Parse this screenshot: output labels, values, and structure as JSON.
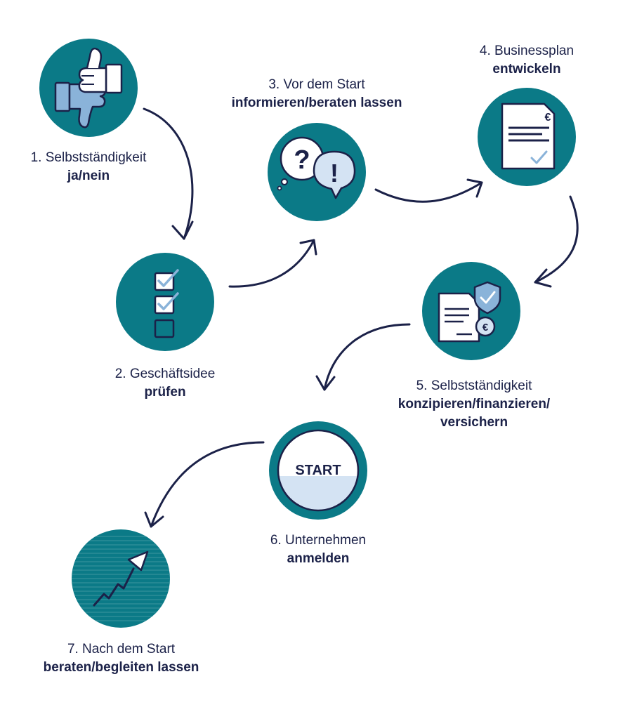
{
  "steps": [
    {
      "id": 1,
      "line1": "1. Selbstständigkeit",
      "line2": "ja/nein",
      "icon": "thumbs-up-down-icon"
    },
    {
      "id": 2,
      "line1": "2. Geschäftsidee",
      "line2": "prüfen",
      "icon": "checklist-icon"
    },
    {
      "id": 3,
      "line1": "3. Vor dem Start",
      "line2": "informieren/beraten lassen",
      "icon": "question-exclamation-bubbles-icon"
    },
    {
      "id": 4,
      "line1": "4. Businessplan",
      "line2": "entwickeln",
      "icon": "euro-document-check-icon"
    },
    {
      "id": 5,
      "line1": "5. Selbstständigkeit",
      "line2": "konzipieren/finanzieren/",
      "line3": "versichern",
      "icon": "document-shield-euro-icon"
    },
    {
      "id": 6,
      "line1": "6. Unternehmen",
      "line2": "anmelden",
      "icon": "start-button-icon",
      "badge": "START"
    },
    {
      "id": 7,
      "line1": "7. Nach dem Start",
      "line2": "beraten/begleiten lassen",
      "icon": "growth-arrow-icon"
    }
  ],
  "colors": {
    "circle": "#0b7a87",
    "ink": "#1b2148",
    "accent_light": "#8ab3d9",
    "fill_light": "#d4e3f3",
    "background": "#ffffff"
  }
}
